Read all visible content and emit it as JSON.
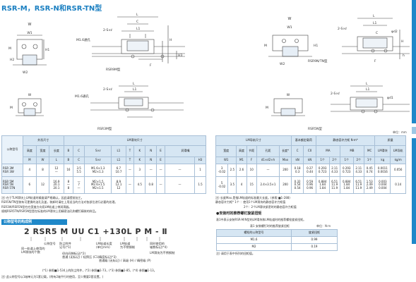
{
  "title": "RSR-M，RSR-N和RSR-TN型",
  "accent": "#1f88c9",
  "figures": {
    "rsr_m": {
      "caption": "RSR9M型",
      "labels": [
        "W",
        "W1",
        "W2",
        "M1.6通孔",
        "2-S×ℓ",
        "C",
        "L",
        "L1",
        "H",
        "H1",
        "H2",
        "H3",
        "M",
        "F"
      ]
    },
    "rsr_n": {
      "caption": "RSR9N/TN型",
      "labels": [
        "W",
        "W1",
        "W2",
        "2-S×ℓ",
        "L",
        "L1",
        "C",
        "φd2",
        "H",
        "H1",
        "h",
        "M",
        "F"
      ]
    },
    "rsr_3m": {
      "caption": "RSR3M型",
      "labels": [
        "M1.6通孔",
        "2-S×ℓ",
        "L",
        "L1",
        "W",
        "M"
      ]
    },
    "rsr_5n": {
      "caption": "RSR5N型",
      "labels": [
        "2-S×ℓ",
        "φd1",
        "L",
        "L1",
        "W",
        "M"
      ]
    }
  },
  "unit_note": "单位：mm",
  "table_left": {
    "groups": [
      "外形尺寸",
      "LM滑块尺寸"
    ],
    "headers": [
      "公称型号",
      "高度",
      "宽度",
      "长度",
      "W",
      "B",
      "C",
      "S×ℓ",
      "L1",
      "T",
      "K",
      "N",
      "E",
      "润滑嘴"
    ],
    "subheaders": [
      "M",
      "W",
      "L",
      "B",
      "C",
      "S×ℓ",
      "L1",
      "T",
      "K",
      "N",
      "E",
      "H3"
    ],
    "rows": [
      {
        "models": [
          "RSR 3M",
          "RSR 3W"
        ],
        "M": "4",
        "W": "8",
        "L": "12\n—",
        "B": "16",
        "C": "3.5\n5.5",
        "S": "M1.6×1.3\nM2×1.3",
        "L1": "6.7\n10.7",
        "T": "—",
        "K": "3",
        "N": "—",
        "E": "—",
        "lube": "—",
        "H3": "1"
      },
      {
        "models": [
          "RSR 5M",
          "RSR 5N",
          "RSR 5TN"
        ],
        "M": "6",
        "W": "12",
        "L": "16.9\n20.1\n20.1",
        "B": "8\n—\n8",
        "C": "—\n7\n—",
        "S": "M2×1.5\nM2.6×1.5\nM2×1.5",
        "L1": "8.9\n12.1\n12",
        "T": "—",
        "K": "4.5",
        "N": "0.8",
        "E": "—",
        "lube": "—",
        "H3": "1.5"
      }
    ]
  },
  "table_right": {
    "groups": [
      "LM导轨尺寸",
      "基本额定载荷",
      "静态容许力矩 N·m*",
      "质量"
    ],
    "headers": [
      "宽度",
      "高度",
      "节距",
      "孔距",
      "",
      "长度*",
      "C",
      "C0",
      "MA",
      "MB",
      "MC",
      "LM滑块",
      "LM导轨"
    ],
    "subheaders": [
      "W1",
      "M1",
      "F",
      "d1×d2×h",
      "Max",
      "kN",
      "kN",
      "1个",
      "2个",
      "1个",
      "2个",
      "1个",
      "kg",
      "kg/m"
    ],
    "rows": [
      {
        "W1": "3\n-0.02",
        "W2": "2.5",
        "M1": "2.6",
        "F": "10",
        "d": "—",
        "max": "200",
        "C": "0.18\n0.3",
        "C0": "0.27\n0.44",
        "MA1": "0.293\n0.723",
        "MA2": "2.11\n4.33",
        "MB1": "0.293\n0.723",
        "MB2": "2.11\n4.33",
        "MC": "0.45\n0.74",
        "blk": "0.0011\n0.0016",
        "rail": "0.056"
      },
      {
        "W1": "5\n-0.02",
        "W2": "3.5",
        "M1": "4",
        "F": "15",
        "d": "2.4×3.5×1",
        "max": "200",
        "C": "0.32\n0.54\n0.54",
        "C0": "0.59\n0.96\n0.96",
        "MA1": "0.884\n1.84\n1.84",
        "MA2": "6.51\n11.9\n11.9",
        "MB1": "0.884\n1.84\n1.84",
        "MB2": "6.51\n11.9\n11.9",
        "MC": "1.53\n2.49\n2.49",
        "blk": "0.003\n0.004\n0.004",
        "rail": "0.14"
      }
    ]
  },
  "notes_left": [
    "注) 在于TLM滑块上LM轨道时精度请严格确认，因此请提前加工。",
    "RSR5N/TN型装有可更换的油孔及盖，装卸时请在上用适当的方法对各部位进行必要的处理。",
    "RSR3W/RSR5N型在在宽度方向用LM轨道上带润滑器。",
    "规格RSR5TN/RSR5N型是在标准的LM滑块上用精密油孔和螺钉精装的样品。"
  ],
  "notes_right": [
    "注) 长度Max.是指LM轨道的标准最大长度。(参照 ■1-288)",
    "静态容许力矩*  1个 ：使用1个LM滑块的静态容许力矩值",
    "2个：2个LM滑块紧密时的静态容许力矩值"
  ],
  "section_bar": "公称型号的构成例",
  "model_code": "2 RSR5 M UU C1 +130L P M - Ⅱ",
  "model_labels": [
    "公称型号",
    "同一轨道上使用的\nLM滑块的个数",
    "防尘附件\n记号(*1)",
    "径向间隙标记(*2)\n普通 (无标记) / 轻预压 (C1)",
    "LM轨道长度\n(单位mm)",
    "LM轨道\n为不锈钢制",
    "精度标记(*3)\n普通级 (无标记) / 高级 (H) / 精密级 (P)",
    "同时使用的\n轴数标记(*4)",
    "LM滑块为不锈钢制"
  ],
  "ref_line": "(*1) 参照■1-534上的防尘附件，(*2) 参照■1-73，(*3) 参照■1-85，(*4) 参照■1-13。",
  "foot_note": "注) 此公称型号以1轴单元为1套记载。(附有2轴平行时使用，至少需要2套设置。)",
  "right_section": {
    "title": "●安装时的推荐螺钉旋紧扭矩",
    "desc": "表1中表示安装RSR-M/N型的LM滑块和LM轨道时的推荐螺栓旋紧扭矩。",
    "table_caption": "表1 安装螺钉时的推荐旋紧扭矩",
    "unit": "单位：N·m",
    "headers": [
      "螺栓的公称型号",
      "旋紧扭矩"
    ],
    "rows": [
      [
        "M1.6",
        "0.99"
      ],
      [
        "M2",
        "0.19"
      ]
    ],
    "note": "注) 请用于表中所列的扭矩值。"
  }
}
